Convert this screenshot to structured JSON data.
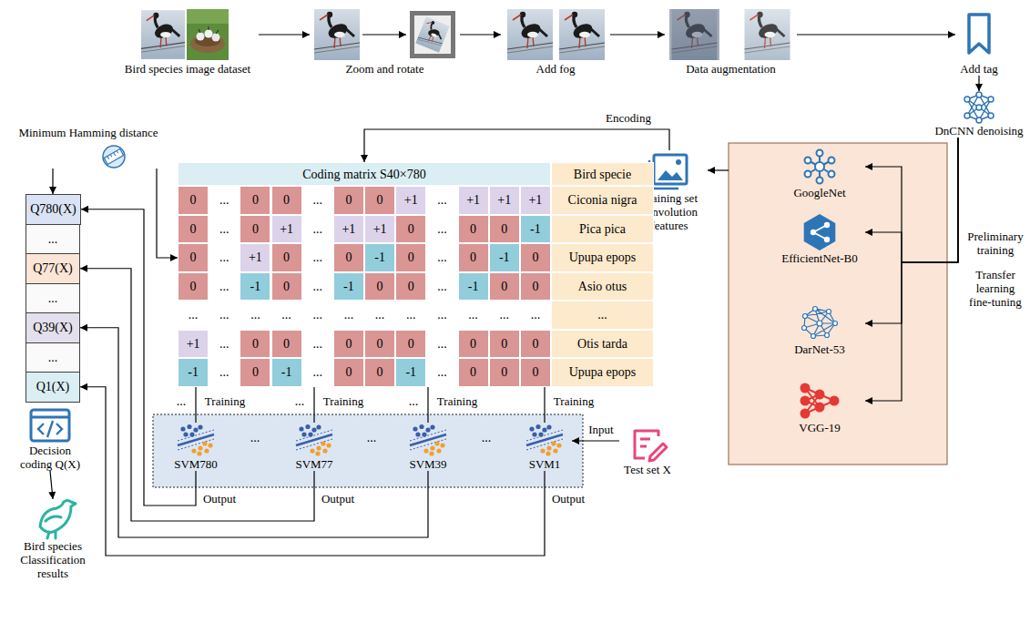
{
  "diagram": {
    "nodes": [
      {
        "text": [
          "Bird species image dataset"
        ]
      },
      {
        "text": [
          "Zoom and rotate"
        ]
      },
      {
        "text": [
          "Add fog"
        ]
      },
      {
        "text": [
          "Data augmentation"
        ]
      },
      {
        "text": [
          "Add tag"
        ]
      },
      {
        "text": [
          "DnCNN denoising"
        ]
      },
      {
        "text": [
          "GoogleNet"
        ]
      },
      {
        "text": [
          "EfficientNet-B0"
        ]
      },
      {
        "text": [
          "DarNet-53"
        ]
      },
      {
        "text": [
          "VGG-19"
        ]
      },
      {
        "text": [
          "Training set convolution features"
        ]
      },
      {
        "text": [
          "Coding matrix S40×780",
          "Bird specie"
        ]
      },
      {
        "text": [
          "SVM780"
        ]
      },
      {
        "text": [
          "SVM77"
        ]
      },
      {
        "text": [
          "SVM39"
        ]
      },
      {
        "text": [
          "SVM1"
        ]
      },
      {
        "text": [
          "Test set X"
        ]
      },
      {
        "text": [
          "Q780(X)"
        ]
      },
      {
        "text": [
          "..."
        ]
      },
      {
        "text": [
          "Q77(X)"
        ]
      },
      {
        "text": [
          "..."
        ]
      },
      {
        "text": [
          "Q39(X)"
        ]
      },
      {
        "text": [
          "..."
        ]
      },
      {
        "text": [
          "Q1(X)"
        ]
      },
      {
        "text": [
          "Minimum Hamming distance"
        ]
      },
      {
        "text": [
          "Decision coding Q(X)"
        ]
      },
      {
        "text": [
          "Bird species Classification results"
        ]
      }
    ],
    "edges": [
      {
        "from": 0,
        "to": 1,
        "arrow": "to"
      },
      {
        "from": 1,
        "to": 2,
        "arrow": "to"
      },
      {
        "from": 2,
        "to": 3,
        "arrow": "to"
      },
      {
        "from": 3,
        "to": 4,
        "arrow": "to"
      },
      {
        "from": 4,
        "to": 5,
        "arrow": "to"
      },
      {
        "from": 5,
        "to": 6,
        "arrow": "to"
      },
      {
        "from": 5,
        "to": 7,
        "arrow": "to"
      },
      {
        "from": 5,
        "to": 8,
        "arrow": "to"
      },
      {
        "from": 5,
        "to": 9,
        "arrow": "to"
      },
      {
        "from": 10,
        "to": 11,
        "arrow": "to",
        "label": "Encoding"
      },
      {
        "from": 11,
        "to": 12,
        "arrow": "none",
        "label": "Training"
      },
      {
        "from": 11,
        "to": 13,
        "arrow": "none",
        "label": "Training"
      },
      {
        "from": 11,
        "to": 14,
        "arrow": "none",
        "label": "Training"
      },
      {
        "from": 11,
        "to": 15,
        "arrow": "none",
        "label": "Training"
      },
      {
        "from": 16,
        "to": 15,
        "arrow": "to",
        "label": "Input"
      },
      {
        "from": 12,
        "to": 17,
        "arrow": "to",
        "label": "Output"
      },
      {
        "from": 13,
        "to": 19,
        "arrow": "to",
        "label": "Output"
      },
      {
        "from": 14,
        "to": 21,
        "arrow": "to"
      },
      {
        "from": 15,
        "to": 23,
        "arrow": "to",
        "label": "Output"
      },
      {
        "from": 24,
        "to": 17,
        "arrow": "to"
      },
      {
        "from": 24,
        "to": 11,
        "arrow": "to"
      },
      {
        "from": 25,
        "to": 26,
        "arrow": "to"
      }
    ],
    "labels": [
      "Preliminary training",
      "Transfer learning fine-tuning",
      "0",
      "...",
      "0",
      "0",
      "...",
      "0",
      "0",
      "+1",
      "...",
      "+1",
      "+1",
      "+1",
      "Ciconia nigra",
      "0",
      "...",
      "0",
      "+1",
      "...",
      "+1",
      "+1",
      "0",
      "...",
      "0",
      "0",
      "-1",
      "Pica pica",
      "0",
      "...",
      "+1",
      "0",
      "...",
      "0",
      "-1",
      "0",
      "...",
      "0",
      "-1",
      "0",
      "Upupa epops",
      "0",
      "...",
      "-1",
      "0",
      "...",
      "-1",
      "0",
      "0",
      "...",
      "-1",
      "0",
      "0",
      "Asio otus",
      "...",
      "...",
      "...",
      "...",
      "...",
      "...",
      "...",
      "...",
      "...",
      "...",
      "...",
      "...",
      "...",
      "+1",
      "...",
      "0",
      "0",
      "...",
      "0",
      "0",
      "0",
      "...",
      "0",
      "0",
      "0",
      "Otis tarda",
      "-1",
      "...",
      "0",
      "-1",
      "...",
      "0",
      "0",
      "-1",
      "...",
      "0",
      "0",
      "0",
      "Upupa epops",
      "...",
      "...",
      "...",
      "...",
      "...",
      "..."
    ]
  }
}
